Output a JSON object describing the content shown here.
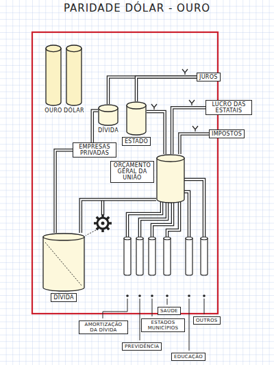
{
  "diagram": {
    "title": "PARIDADE DÓLAR - OURO",
    "nodes": [
      {
        "text": [
          "OURO"
        ]
      },
      {
        "text": [
          "DÓLAR"
        ]
      },
      {
        "text": [
          "JUROS"
        ]
      },
      {
        "text": [
          "DÍVIDA"
        ]
      },
      {
        "text": [
          "ESTADO"
        ]
      },
      {
        "text": [
          "LUCRO DAS ESTATAIS"
        ]
      },
      {
        "text": [
          "EMPRESAS PRIVADAS"
        ]
      },
      {
        "text": [
          "IMPOSTOS"
        ]
      },
      {
        "text": [
          "ORÇAMENTO GERAL DA UNIÃO"
        ]
      },
      {
        "text": [
          "DÍVIDA"
        ]
      },
      {
        "text": [
          "AMORTIZAÇÃO DA DÍVIDA"
        ]
      },
      {
        "text": [
          "SAÚDE"
        ]
      },
      {
        "text": [
          "ESTADOS MUNICÍPIOS"
        ]
      },
      {
        "text": [
          "OUTROS"
        ]
      },
      {
        "text": [
          "PREVIDÊNCIA"
        ]
      },
      {
        "text": [
          "EDUCAÇÃO"
        ]
      }
    ],
    "edges": [
      {
        "from": 2,
        "to": 3,
        "arrow": "none"
      },
      {
        "from": 2,
        "to": 4,
        "arrow": "none"
      },
      {
        "from": 3,
        "to": 6,
        "arrow": "none"
      },
      {
        "from": 4,
        "to": 8,
        "arrow": "none"
      },
      {
        "from": 5,
        "to": 8,
        "arrow": "none"
      },
      {
        "from": 7,
        "to": 8,
        "arrow": "none"
      },
      {
        "from": 6,
        "to": 9,
        "arrow": "none"
      },
      {
        "from": 8,
        "to": 9,
        "arrow": "none"
      }
    ]
  }
}
